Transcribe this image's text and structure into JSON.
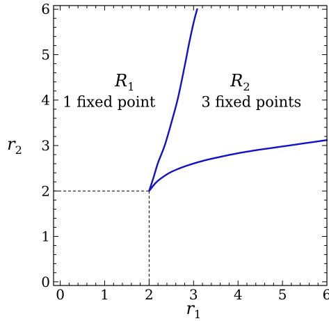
{
  "chart_data": {
    "type": "line",
    "xlabel": {
      "var": "r",
      "sub": "1"
    },
    "ylabel": {
      "var": "r",
      "sub": "2"
    },
    "xlim": [
      -0.15,
      6.0
    ],
    "ylim": [
      -0.08,
      6.08
    ],
    "xticks": [
      "0",
      "1",
      "2",
      "3",
      "4",
      "5",
      "6"
    ],
    "yticks": [
      "0",
      "1",
      "2",
      "3",
      "4",
      "5",
      "6"
    ],
    "grid": false,
    "series": [
      {
        "color": "#1010d0",
        "x": [
          2.0,
          2.1,
          2.2,
          2.35,
          2.5,
          2.65,
          2.8,
          2.9,
          3.0,
          3.08
        ],
        "y": [
          2.0,
          2.3,
          2.62,
          3.0,
          3.5,
          4.05,
          4.75,
          5.25,
          5.7,
          6.0
        ]
      },
      {
        "color": "#1010d0",
        "x": [
          2.0,
          2.15,
          2.3,
          2.5,
          2.8,
          3.2,
          3.6,
          4.0,
          4.5,
          5.0,
          5.5,
          6.0
        ],
        "y": [
          2.0,
          2.18,
          2.3,
          2.42,
          2.54,
          2.66,
          2.75,
          2.83,
          2.91,
          2.98,
          3.05,
          3.12
        ]
      }
    ],
    "reference_lines": [
      {
        "style": "dashed",
        "from": [
          -0.15,
          2.0
        ],
        "to": [
          2.0,
          2.0
        ]
      },
      {
        "style": "dashed",
        "from": [
          2.0,
          2.0
        ],
        "to": [
          2.0,
          -0.08
        ]
      }
    ],
    "annotations": [
      {
        "id": "r1",
        "name_var": "R",
        "name_sub": "1",
        "label": "1 fixed point",
        "name_at": [
          1.45,
          4.3
        ],
        "label_at": [
          1.1,
          3.85
        ]
      },
      {
        "id": "r2",
        "name_var": "R",
        "name_sub": "2",
        "label": "3 fixed points",
        "name_at": [
          4.05,
          4.3
        ],
        "label_at": [
          4.3,
          3.85
        ]
      }
    ]
  }
}
